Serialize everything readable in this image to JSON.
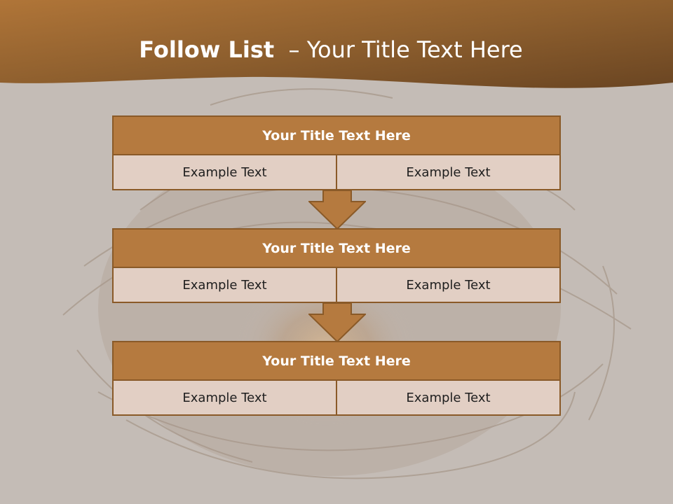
{
  "slide": {
    "title_strong": "Follow List",
    "title_rest": "– Your Title Text Here"
  },
  "steps": [
    {
      "title": "Your Title Text Here",
      "left": "Example Text",
      "right": "Example Text"
    },
    {
      "title": "Your Title Text Here",
      "left": "Example Text",
      "right": "Example Text"
    },
    {
      "title": "Your Title Text Here",
      "left": "Example Text",
      "right": "Example Text"
    }
  ],
  "colors": {
    "header": "#7a4f25",
    "block_title": "#b57a3f",
    "block_cell": "#e2cfc4",
    "border": "#8a5a28"
  }
}
